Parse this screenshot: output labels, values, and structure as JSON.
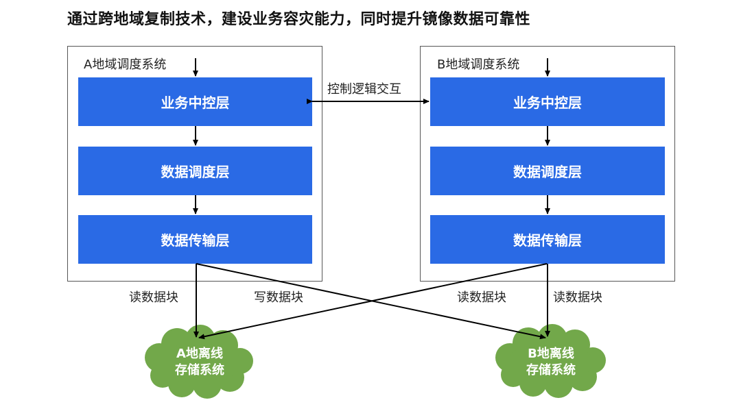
{
  "title": "通过跨地域复制技术，建设业务容灾能力，同时提升镜像数据可靠性",
  "system_a": {
    "label": "A地域调度系统",
    "layers": [
      "业务中控层",
      "数据调度层",
      "数据传输层"
    ]
  },
  "system_b": {
    "label": "B地域调度系统",
    "layers": [
      "业务中控层",
      "数据调度层",
      "数据传输层"
    ]
  },
  "control_label": "控制逻辑交互",
  "edge_labels": {
    "a_read": "读数据块",
    "a_write": "写数据块",
    "b_cross_read": "读数据块",
    "b_read": "读数据块"
  },
  "storage_a": {
    "line1": "A地离线",
    "line2": "存储系统"
  },
  "storage_b": {
    "line1": "B地离线",
    "line2": "存储系统"
  },
  "colors": {
    "layer_blue": "#2a6ae5",
    "cloud_green": "#72a84a",
    "arrow": "#000000"
  }
}
